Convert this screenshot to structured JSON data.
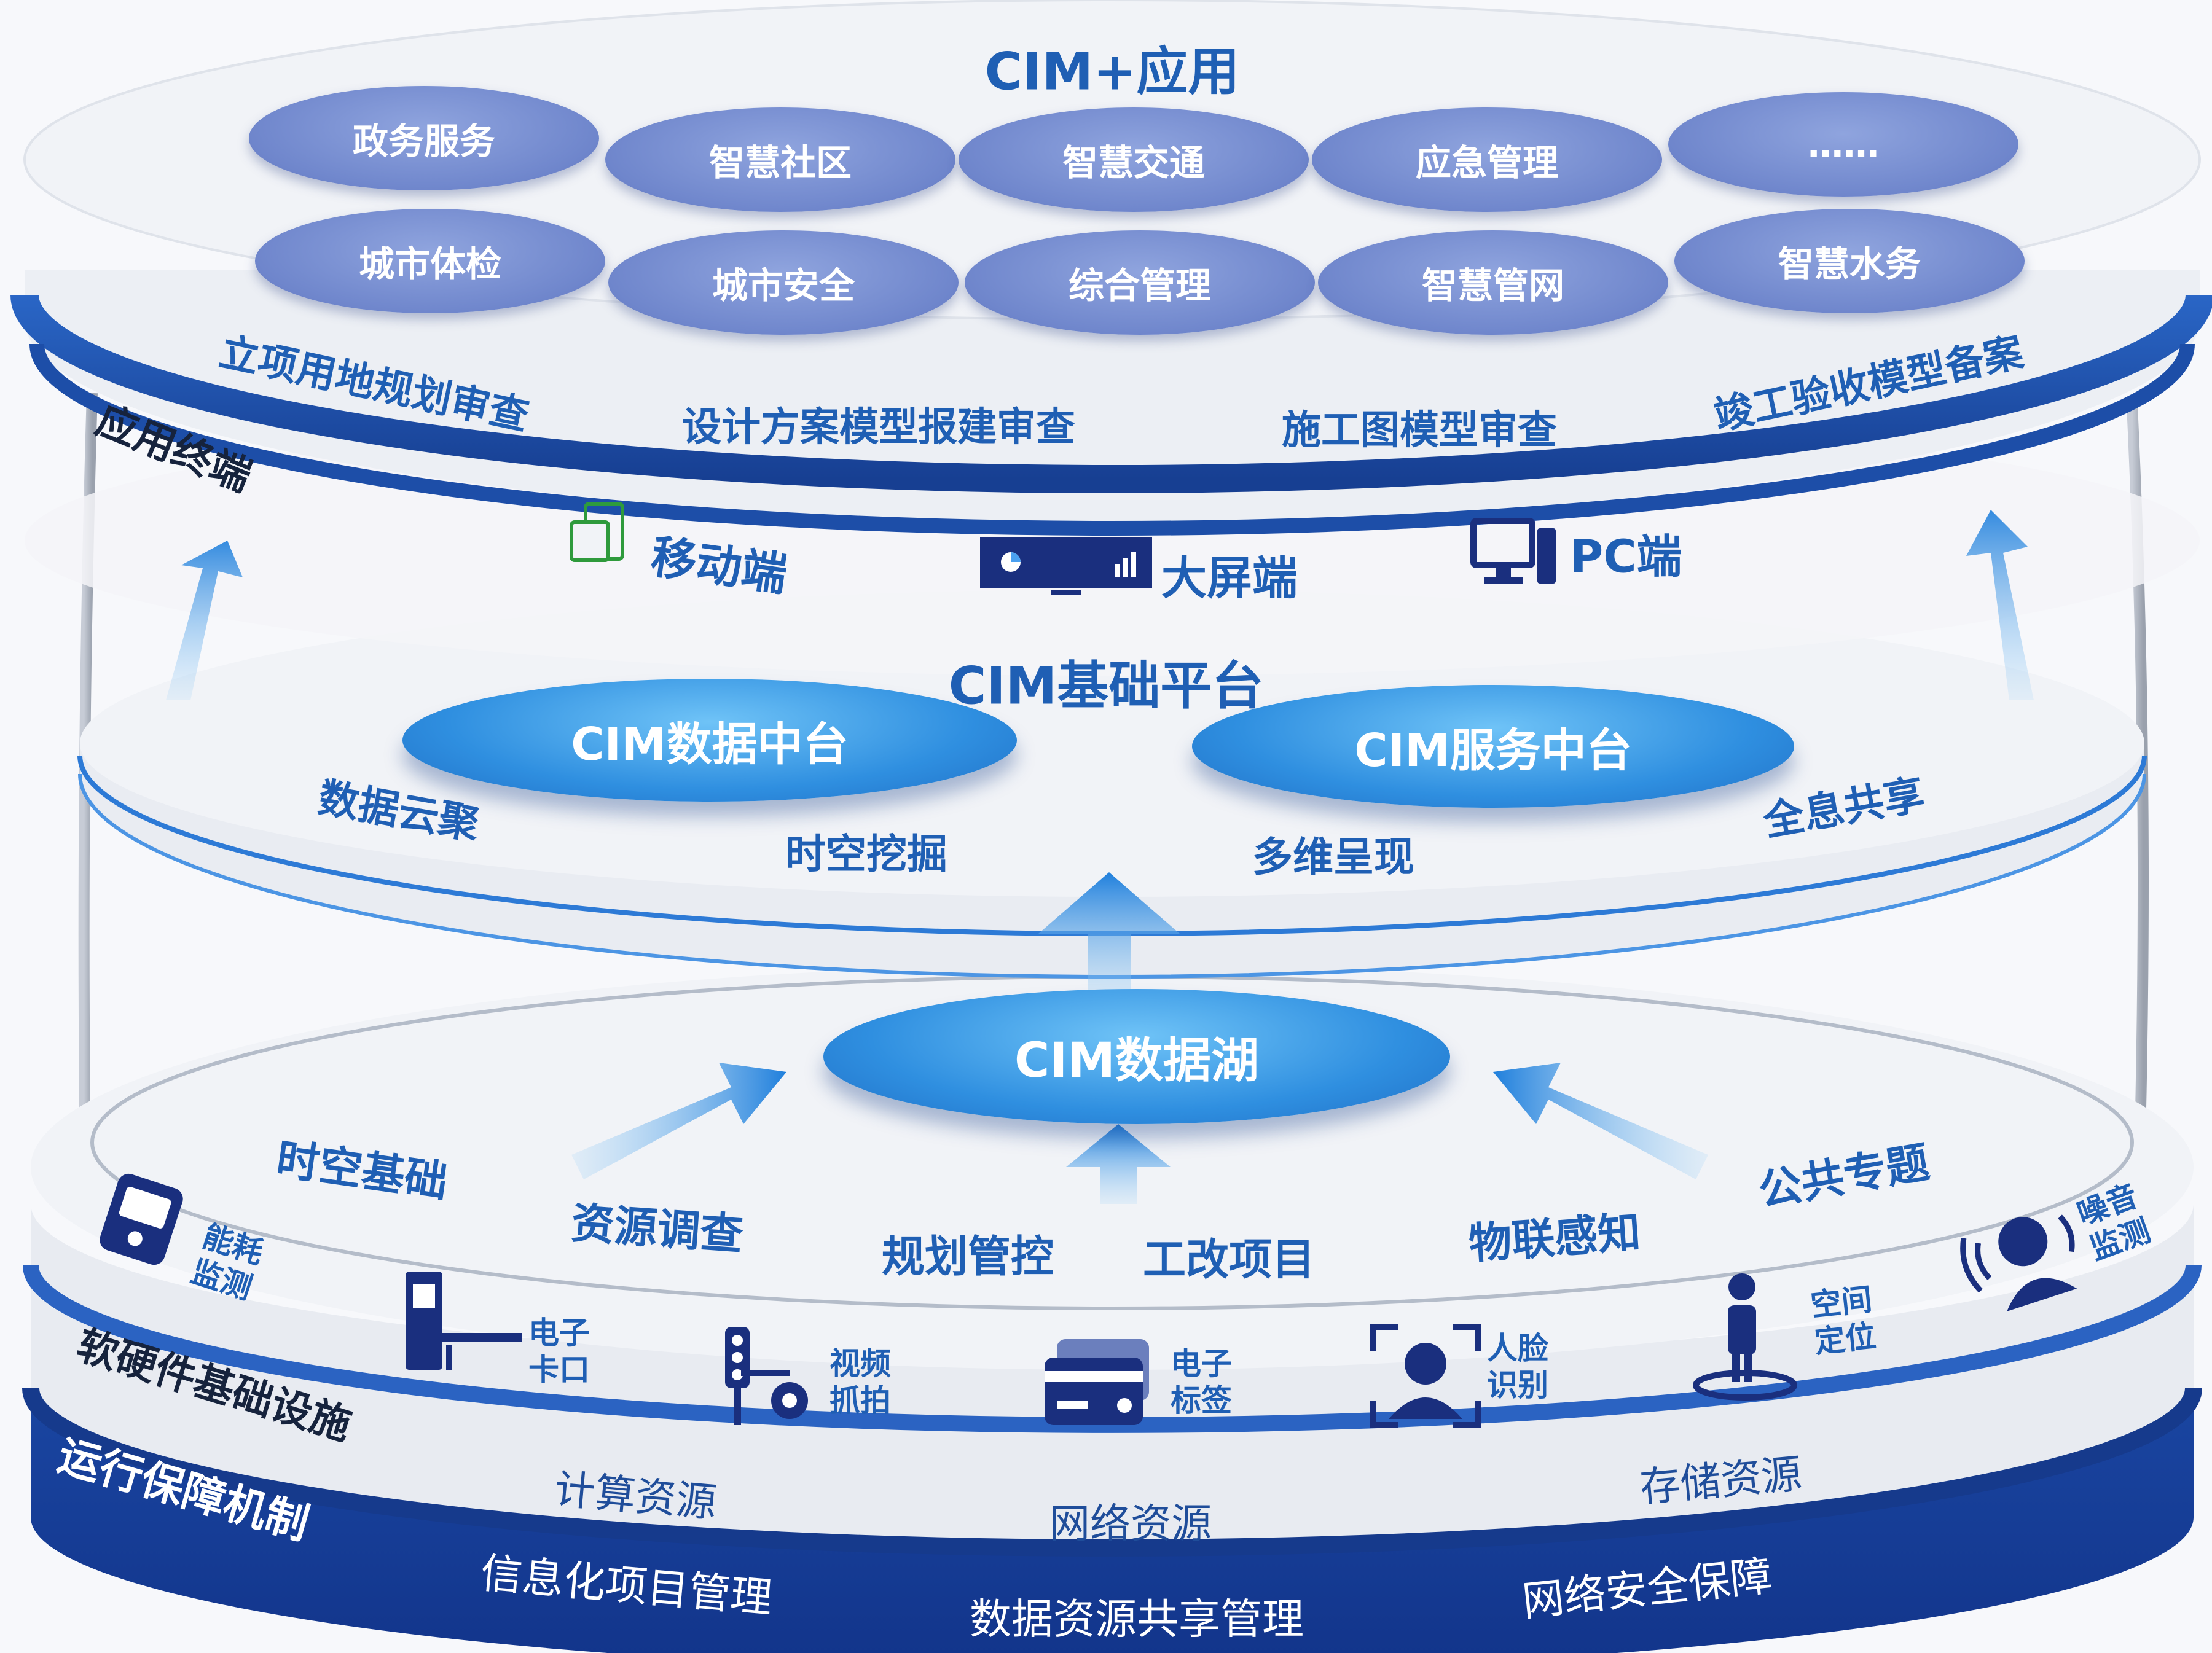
{
  "cim_app": {
    "title": "CIM+应用",
    "apps_row1": [
      "政务服务",
      "智慧社区",
      "智慧交通",
      "应急管理",
      "……"
    ],
    "apps_row2": [
      "城市体检",
      "城市安全",
      "综合管理",
      "智慧管网",
      "智慧水务"
    ],
    "reviews": [
      "立项用地规划审查",
      "设计方案模型报建审查",
      "施工图模型审查",
      "竣工验收模型备案"
    ]
  },
  "terminal": {
    "title": "应用终端",
    "items": [
      {
        "label": "移动端",
        "icon": "mobile-device-icon"
      },
      {
        "label": "大屏端",
        "icon": "large-screen-icon"
      },
      {
        "label": "PC端",
        "icon": "pc-icon"
      }
    ]
  },
  "platform": {
    "title": "CIM基础平台",
    "hubs": [
      "CIM数据中台",
      "CIM服务中台"
    ],
    "features": [
      "数据云聚",
      "时空挖掘",
      "多维呈现",
      "全息共享"
    ]
  },
  "lake": {
    "title": "CIM数据湖",
    "sources": [
      "时空基础",
      "资源调查",
      "规划管控",
      "工改项目",
      "物联感知",
      "公共专题"
    ]
  },
  "infrastructure": {
    "title": "软硬件基础设施",
    "devices": [
      {
        "label": "能耗\n监测",
        "icon": "energy-meter-icon"
      },
      {
        "label": "电子\n卡口",
        "icon": "checkpoint-gate-icon"
      },
      {
        "label": "视频\n抓拍",
        "icon": "traffic-camera-icon"
      },
      {
        "label": "电子\n标签",
        "icon": "rfid-card-icon"
      },
      {
        "label": "人脸\n识别",
        "icon": "face-recognition-icon"
      },
      {
        "label": "空间\n定位",
        "icon": "location-person-icon"
      },
      {
        "label": "噪音\n监测",
        "icon": "noise-sensor-icon"
      }
    ],
    "resources": [
      "计算资源",
      "网络资源",
      "存储资源"
    ]
  },
  "operations": {
    "title": "运行保障机制",
    "items": [
      "信息化项目管理",
      "数据资源共享管理",
      "网络安全保障"
    ]
  },
  "colors": {
    "primary_blue": "#1f5fb4",
    "deep_blue": "#1a3f8e",
    "app_oval": "#6f86cc",
    "hub_blue": "#2f8fe0",
    "disc_white": "#f1f3f7"
  }
}
